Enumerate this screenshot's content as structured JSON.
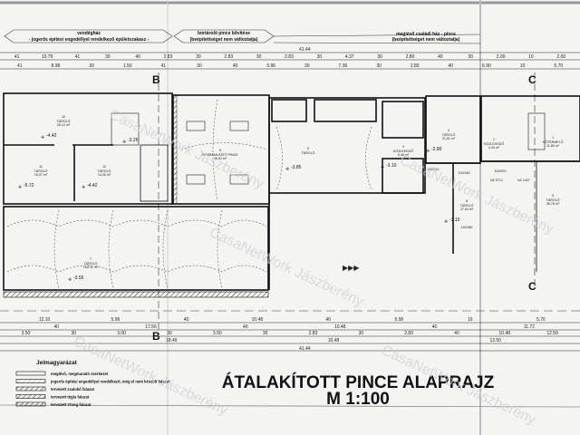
{
  "headers": {
    "left_title": "vendégház",
    "left_subtitle": "- jogerős építési engedéllyel rendelkező épületszakasz -",
    "middle_title": "bortároló pince bővítése",
    "middle_subtitle": "(beépítettséget nem változtatja)",
    "right_title": "meglévő családi ház - pince",
    "right_subtitle": "(beépítettséget nem változtatja)"
  },
  "top_dimensions": {
    "overall": "41.44",
    "row1": [
      "41",
      "10.79",
      "41",
      "30",
      "40",
      "2.83",
      "30",
      "2.83",
      "30",
      "2.83",
      "30",
      "4.37",
      "30",
      "2.80",
      "40",
      "30",
      "2.00",
      "10",
      "2.00"
    ],
    "row2": [
      "41",
      "8.98",
      "30",
      "1.50",
      "41",
      "30",
      "40",
      "5.96",
      "30",
      "7.36",
      "30",
      "2.80",
      "40",
      "6.90",
      "10",
      "5.70"
    ]
  },
  "bottom_dimensions": {
    "row1": [
      "12.10",
      "5.96",
      "40",
      "10.48",
      "40",
      "5.90",
      "10",
      "5.70"
    ],
    "row2": [
      "40",
      "17.56",
      "40",
      "10.48",
      "40",
      "11.72"
    ],
    "row3": [
      "3.50",
      "30",
      "3.00",
      "30",
      "3.50",
      "30",
      "2.83",
      "30",
      "2.83",
      "40",
      "10.48",
      "12.50"
    ],
    "row4": [
      "18.45",
      "10.48",
      "12.50"
    ],
    "overall": "41.44"
  },
  "rooms": [
    {
      "number": "10",
      "name": "TÁROLÓ",
      "area": "26,10 m²",
      "elevation": "-4.42"
    },
    {
      "number": "11",
      "name": "TÁROLÓ",
      "area": "16,07 m²",
      "elevation": "-5.72"
    },
    {
      "number": "12",
      "name": "TÁROLÓ",
      "area": "14,26 m²",
      "elevation": "-4.42"
    },
    {
      "number": "",
      "name": "",
      "area": "",
      "elevation": "-3.25"
    },
    {
      "number": "6",
      "name": "BORBEMUTATÓ PINCE",
      "area": "46,52 m²",
      "elevation": ""
    },
    {
      "number": "7",
      "name": "TÁROLÓ",
      "area": "108,31 m²",
      "elevation": "-3.55"
    },
    {
      "number": "5",
      "name": "TÁROLÓ",
      "area": "",
      "elevation": "-3.85"
    },
    {
      "number": "4",
      "name": "KÖZLEKEDŐ",
      "area": "5,48 m²",
      "elevation": "-3.10"
    },
    {
      "number": "3",
      "name": "TÁROLÓ",
      "area": "21,51 m²",
      "elevation": "-2.80"
    },
    {
      "number": "2",
      "name": "KÖZLEKEDŐ",
      "area": "3,40 m²",
      "elevation": ""
    },
    {
      "number": "1",
      "name": "HŐTÉRMELŐ",
      "area": "11,80 m²",
      "elevation": ""
    },
    {
      "number": "8",
      "name": "TÁROLÓ",
      "area": "27,84 m²",
      "elevation": "-3.10"
    },
    {
      "number": "9",
      "name": "TÁROLÓ",
      "area": "26,76 m²",
      "elevation": ""
    }
  ],
  "openings": [
    "100/180",
    "100/200",
    "110/180",
    "180/210",
    "NZ 0712",
    "NZ 1407"
  ],
  "section_marks": [
    "B",
    "B",
    "C",
    "C"
  ],
  "legend": {
    "title": "Jelmagyarázat",
    "items": [
      {
        "label": "meglévő, megmaradó szerkezet",
        "pattern": "blank"
      },
      {
        "label": "jogerős építési engedéllyel rendelkező, még el nem készült falazat",
        "pattern": "sparse-hatch"
      },
      {
        "label": "tervezett zsalukő falazat",
        "pattern": "dense-hatch"
      },
      {
        "label": "tervezett tégla falazat",
        "pattern": "hatch"
      },
      {
        "label": "tervezett Ytong falazat",
        "pattern": "dashed-hatch"
      }
    ]
  },
  "drawing_title": "ÁTALAKÍTOTT PINCE ALAPRAJZ",
  "scale": "M 1:100",
  "watermark": "CasaNetWork Jászberény",
  "colors": {
    "paper": "#f4f4f2",
    "ink": "#111111",
    "watermark": "#cfcfcf"
  }
}
